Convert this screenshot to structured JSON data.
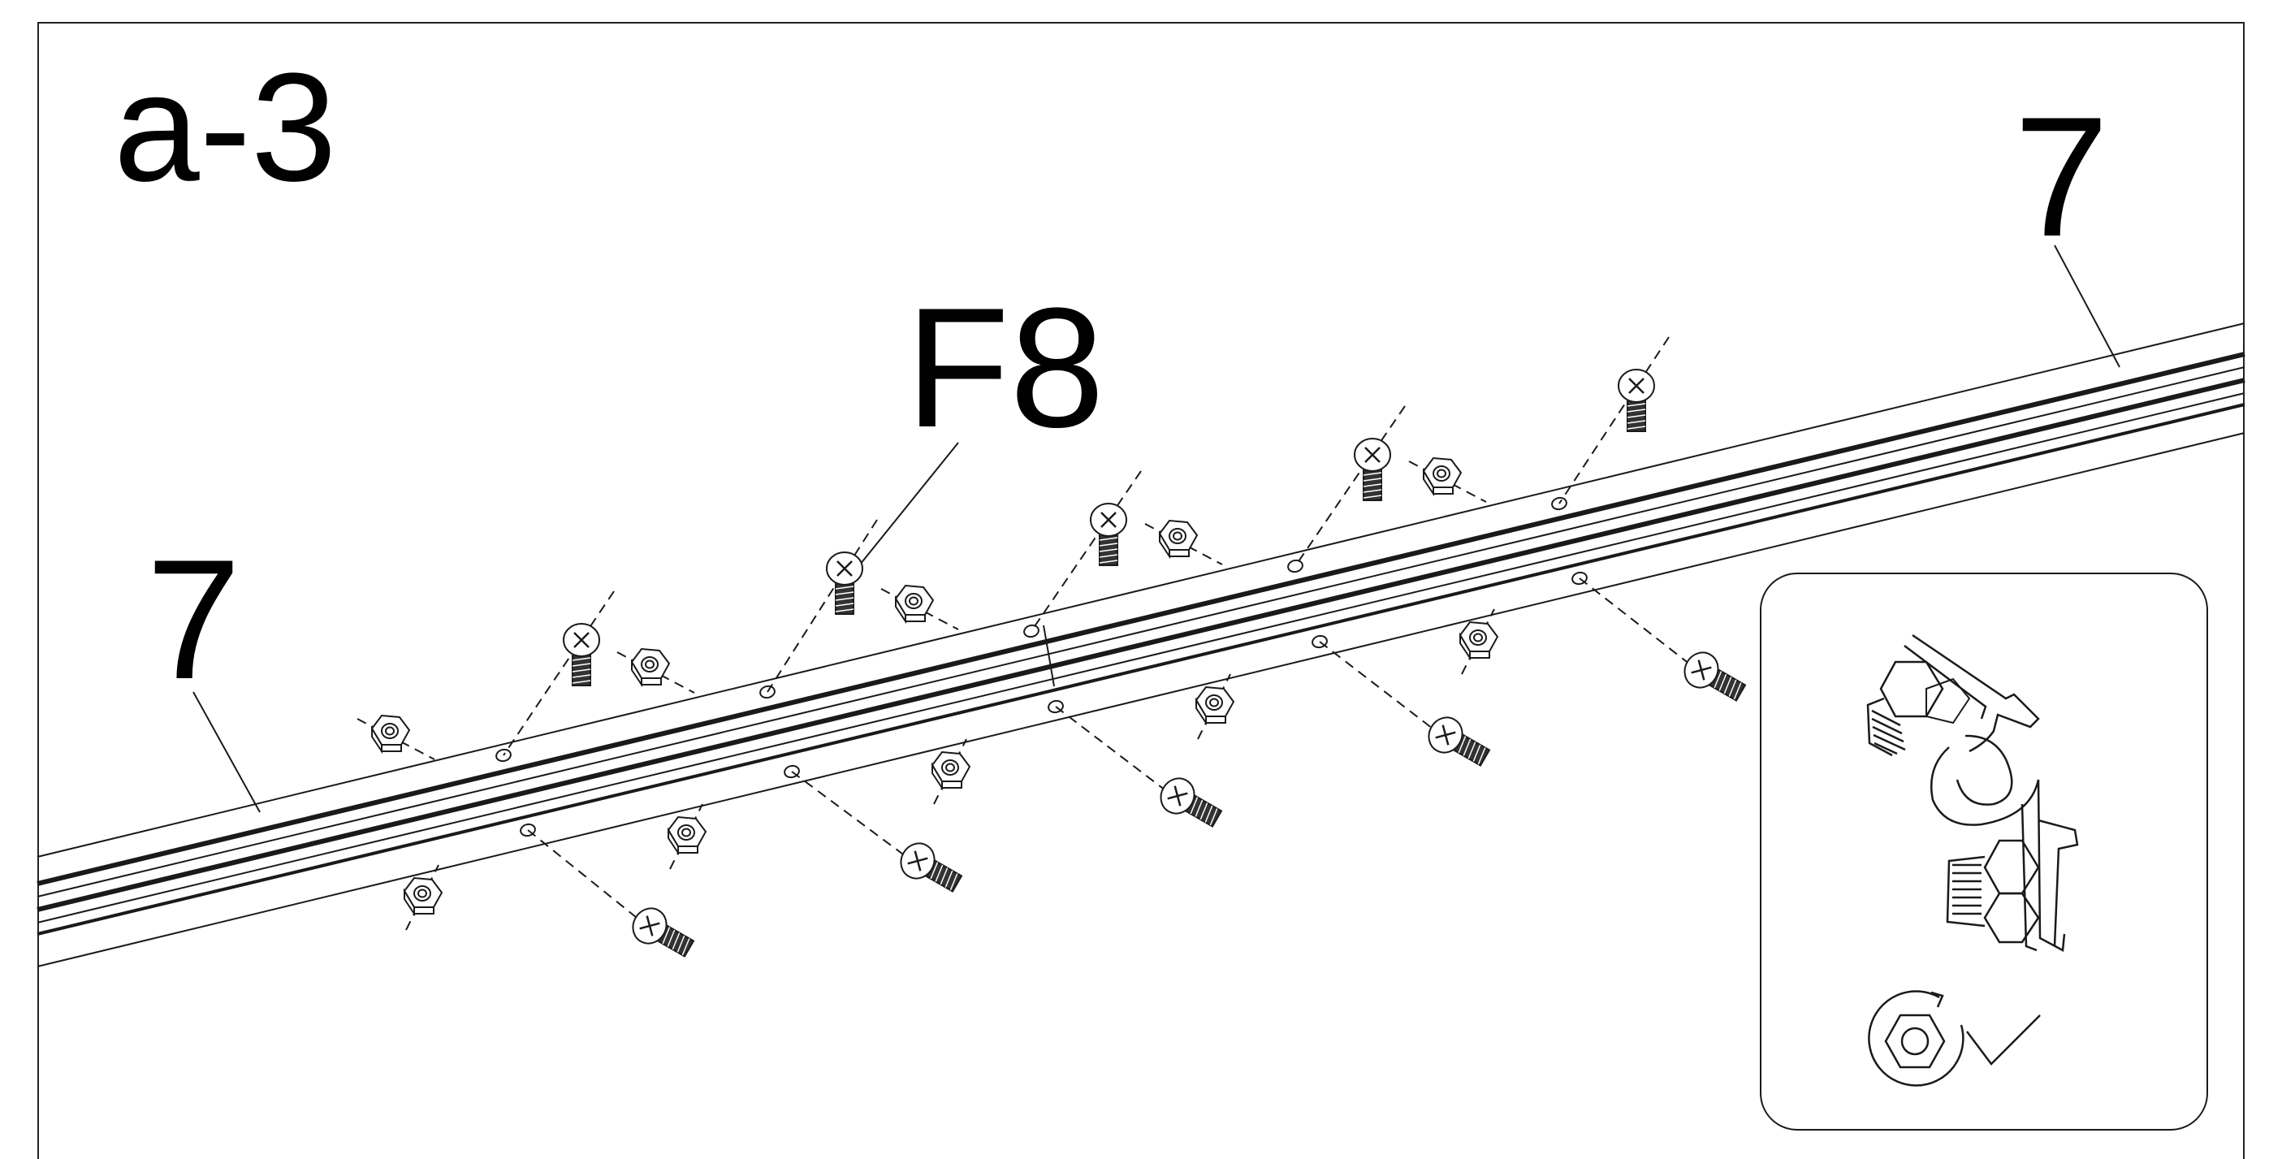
{
  "step_label": "a-3",
  "part_labels": {
    "rail_top_right": "7",
    "rail_left": "7",
    "fastener": "F8"
  },
  "inset": {
    "tighten_icon": "hex-nut-rotate-icon",
    "check_icon": "checkmark-icon"
  },
  "colors": {
    "line": "#1a1a1a",
    "background": "#ffffff"
  }
}
